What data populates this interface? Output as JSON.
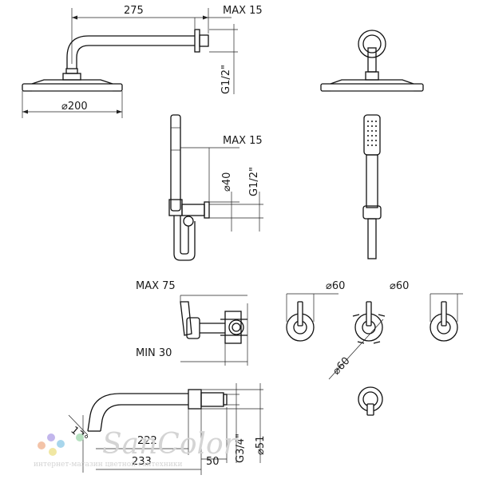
{
  "dimensions": {
    "arm_length": "275",
    "max_15_top": "MAX 15",
    "g_half_top": "G1/2\"",
    "head_diameter": "⌀200",
    "max_15_mid": "MAX 15",
    "d40": "⌀40",
    "g_half_mid": "G1/2\"",
    "max_75": "MAX 75",
    "min_30": "MIN 30",
    "d60_a": "⌀60",
    "d60_b": "⌀60",
    "d60_c": "⌀60",
    "spout_222": "222",
    "spout_233": "233",
    "spout_50": "50",
    "g_three_quarter": "G3/4\"",
    "d51": "⌀51",
    "angle_17": "17°"
  },
  "watermark": {
    "brand": "SanColor",
    "tagline": "интернет-магазин цветной сантехники"
  },
  "colors": {
    "line": "#111111",
    "watermark": "#d4d4d4"
  }
}
